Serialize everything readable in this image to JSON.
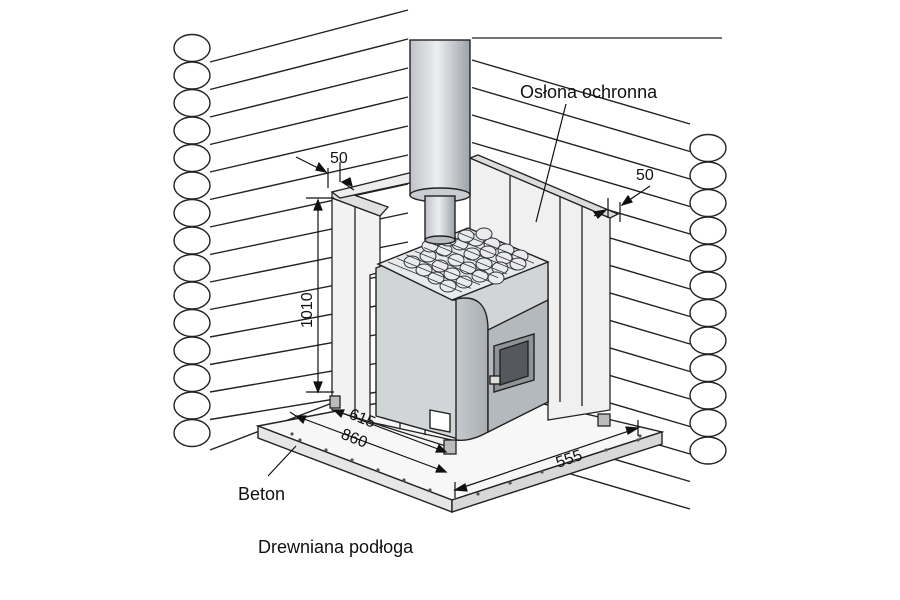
{
  "labels": {
    "protective_shield": "Osłona ochronna",
    "concrete": "Beton",
    "wooden_floor": "Drewniana podłoga"
  },
  "dimensions": {
    "gap_left": "50",
    "gap_right": "50",
    "height": "1010",
    "depth_inner": "615",
    "depth_outer": "860",
    "width": "555"
  }
}
